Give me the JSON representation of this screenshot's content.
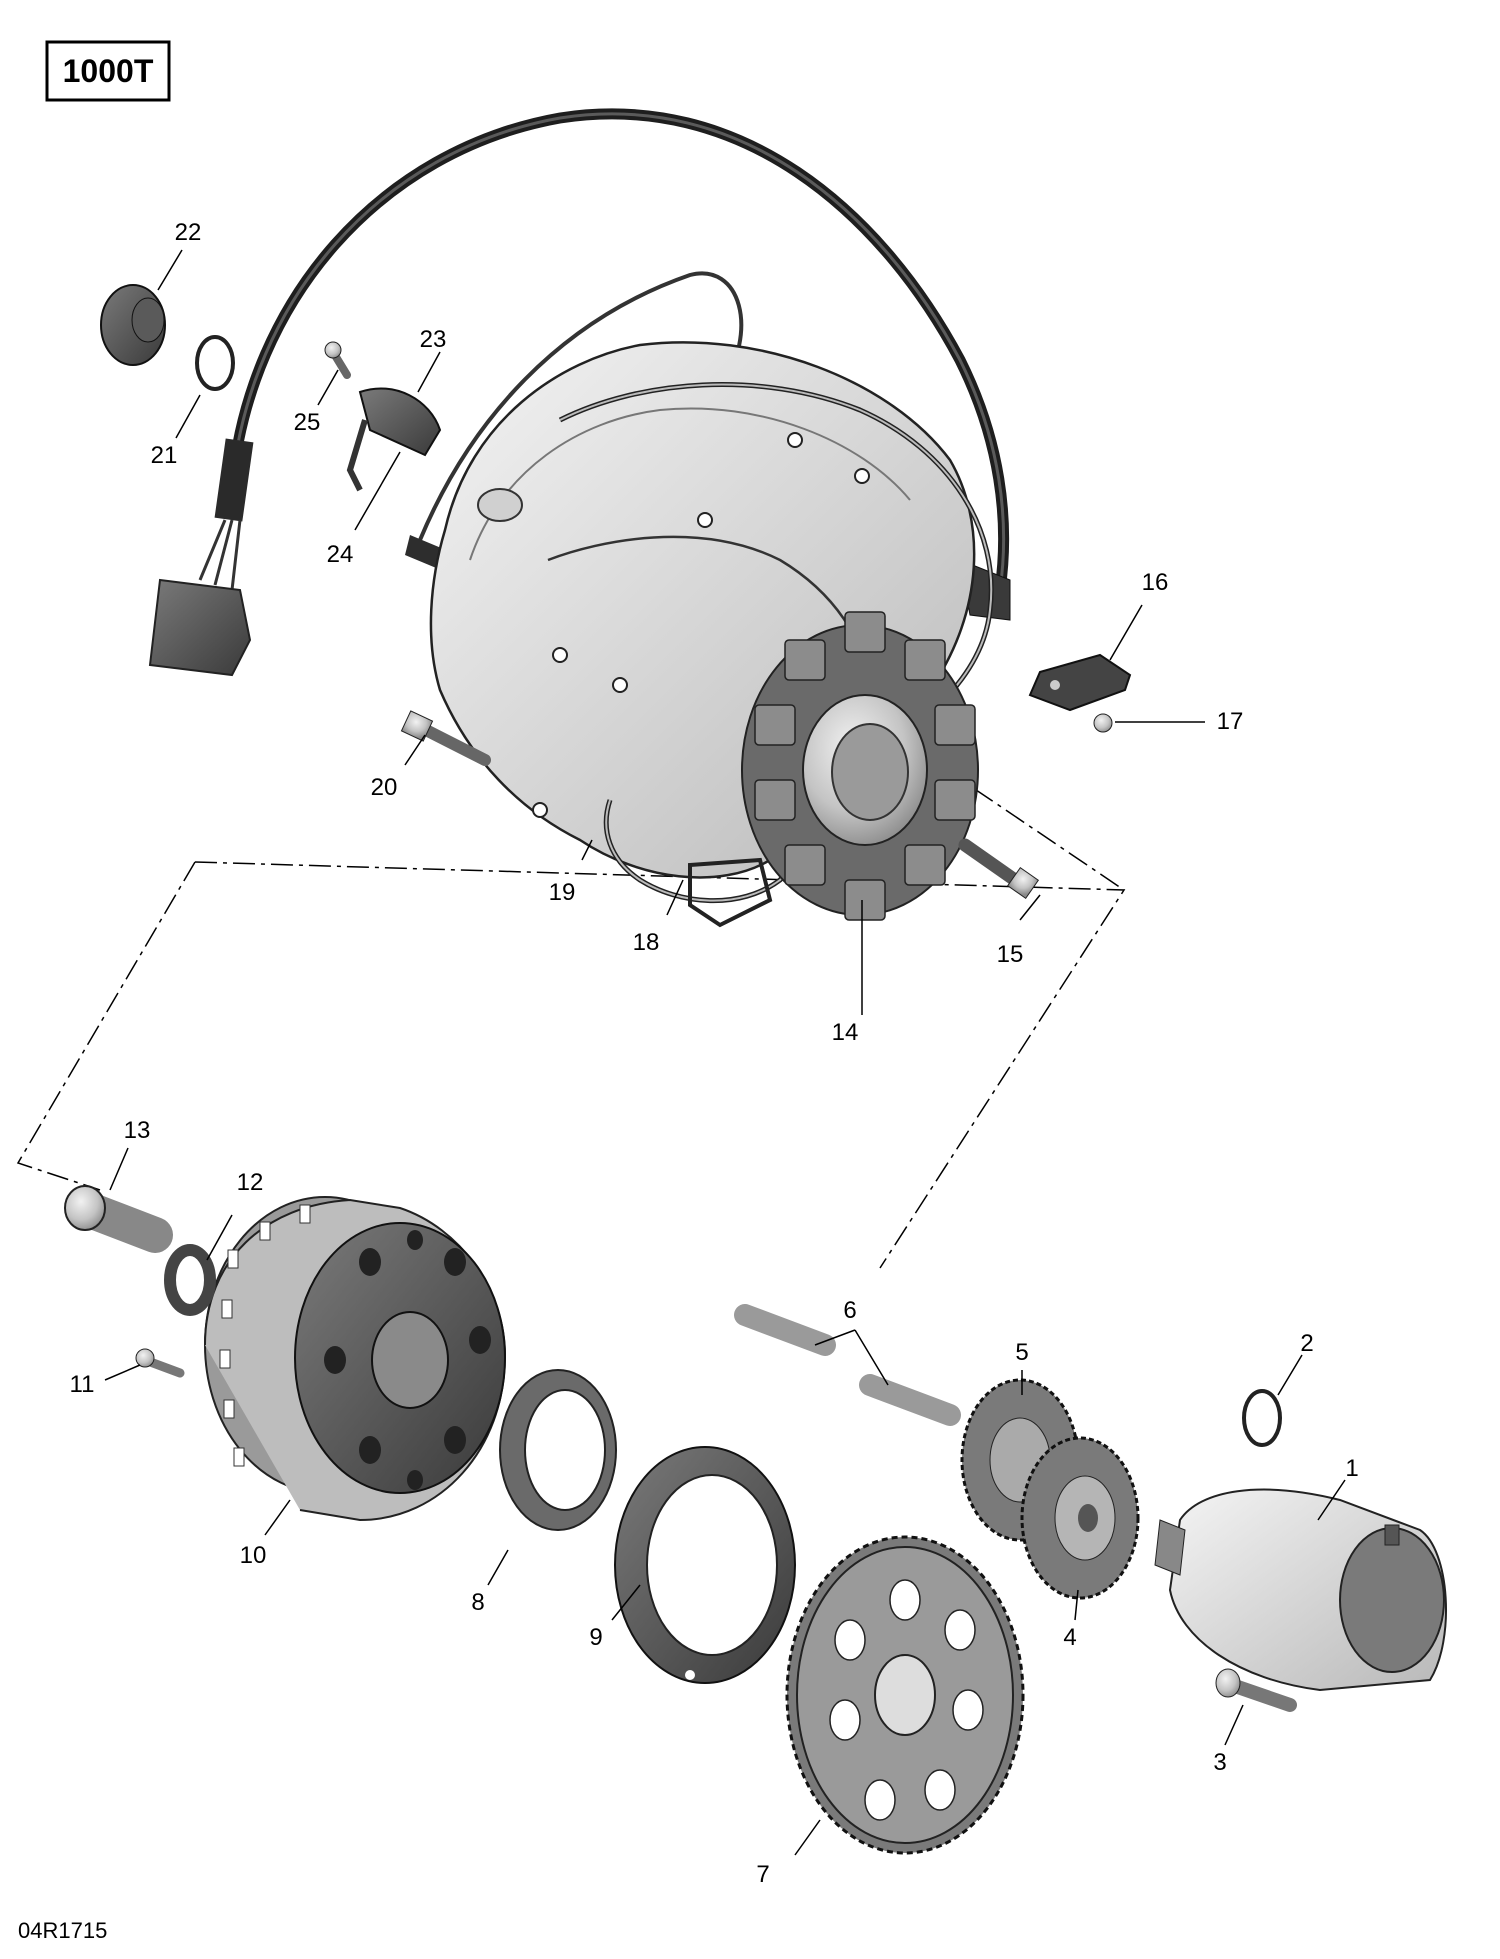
{
  "badge": "1000T",
  "figure_code": "04R1715",
  "callouts": [
    {
      "id": "1",
      "label": "1"
    },
    {
      "id": "2",
      "label": "2"
    },
    {
      "id": "3",
      "label": "3"
    },
    {
      "id": "4",
      "label": "4"
    },
    {
      "id": "5",
      "label": "5"
    },
    {
      "id": "6",
      "label": "6"
    },
    {
      "id": "7",
      "label": "7"
    },
    {
      "id": "8",
      "label": "8"
    },
    {
      "id": "9",
      "label": "9"
    },
    {
      "id": "10",
      "label": "10"
    },
    {
      "id": "11",
      "label": "11"
    },
    {
      "id": "12",
      "label": "12"
    },
    {
      "id": "13",
      "label": "13"
    },
    {
      "id": "14",
      "label": "14"
    },
    {
      "id": "15",
      "label": "15"
    },
    {
      "id": "16",
      "label": "16"
    },
    {
      "id": "17",
      "label": "17"
    },
    {
      "id": "18",
      "label": "18"
    },
    {
      "id": "19",
      "label": "19"
    },
    {
      "id": "20",
      "label": "20"
    },
    {
      "id": "21",
      "label": "21"
    },
    {
      "id": "22",
      "label": "22"
    },
    {
      "id": "23",
      "label": "23"
    },
    {
      "id": "24",
      "label": "24"
    },
    {
      "id": "25",
      "label": "25"
    }
  ]
}
